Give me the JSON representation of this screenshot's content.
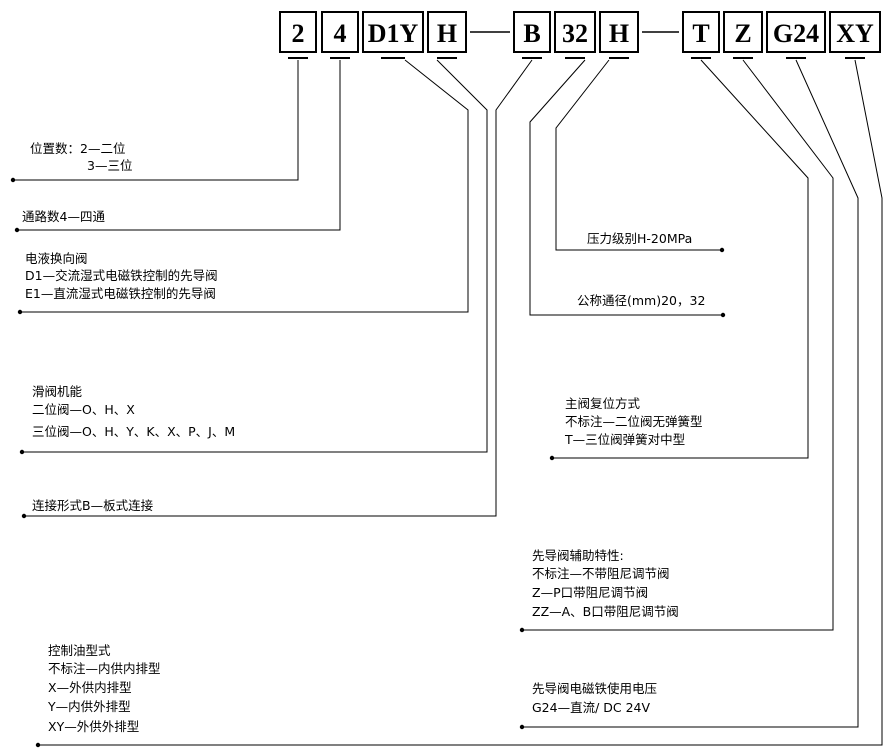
{
  "code_boxes": [
    "2",
    "4",
    "D1Y",
    "H",
    "B",
    "32",
    "H",
    "T",
    "Z",
    "G24",
    "XY"
  ],
  "labels": {
    "position": [
      "位置数：2—二位",
      "3—三位"
    ],
    "ports": [
      "通路数4—四通"
    ],
    "valve_type": [
      "电液换向阀",
      "D1—交流湿式电磁铁控制的先导阀",
      "E1—直流湿式电磁铁控制的先导阀"
    ],
    "spool": [
      "滑阀机能",
      "二位阀—O、H、X",
      "三位阀—O、H、Y、K、X、P、J、M"
    ],
    "connection": [
      "连接形式B—板式连接"
    ],
    "pressure": [
      "压力级别H-20MPa"
    ],
    "diameter": [
      "公称通径(mm)20，32"
    ],
    "reset": [
      "主阀复位方式",
      "不标注—二位阀无弹簧型",
      "T—三位阀弹簧对中型"
    ],
    "pilot_aux": [
      "先导阀辅助特性:",
      "不标注—不带阻尼调节阀",
      "Z—P口带阻尼调节阀",
      "ZZ—A、B口带阻尼调节阀"
    ],
    "oil_type": [
      "控制油型式",
      "不标注—内供内排型",
      "X—外供内排型",
      "Y—内供外排型",
      "XY—外供外排型"
    ],
    "voltage": [
      "先导阀电磁铁使用电压",
      "G24—直流/ DC 24V"
    ]
  }
}
